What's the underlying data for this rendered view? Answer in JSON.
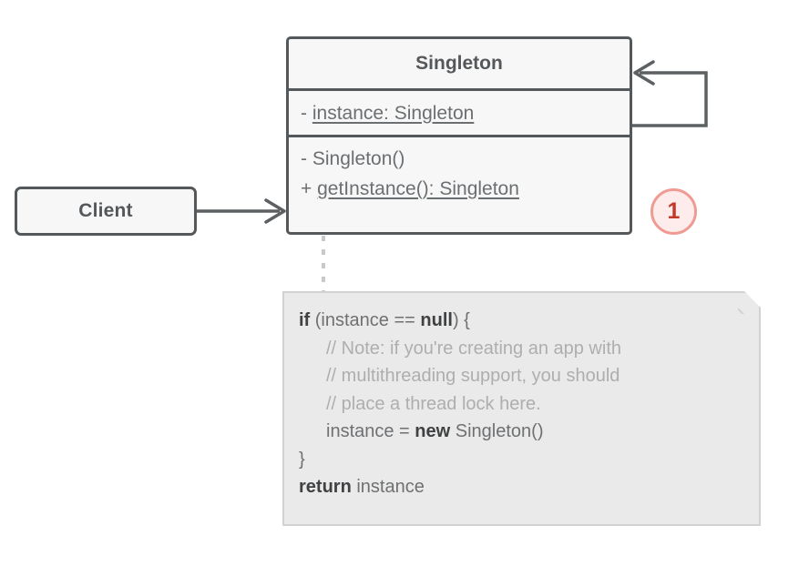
{
  "diagram": {
    "title": "Singleton pattern UML class diagram",
    "background": "#ffffff",
    "colors": {
      "stroke": "#54585a",
      "box_fill": "#f7f7f7",
      "note_fill": "#eaeaea",
      "note_border": "#d2d2d2",
      "text": "#6b6f71",
      "comment": "#aeaeae",
      "badge_fill": "#fdeceb",
      "badge_border": "#ef9a92",
      "badge_text": "#c0392b"
    }
  },
  "client": {
    "label": "Client"
  },
  "singleton_class": {
    "name": "Singleton",
    "fields": [
      {
        "visibility": "-",
        "signature": "instance: Singleton",
        "static": true
      }
    ],
    "methods": [
      {
        "visibility": "-",
        "signature": "Singleton()",
        "static": false
      },
      {
        "visibility": "+",
        "signature": "getInstance(): Singleton",
        "static": true
      }
    ]
  },
  "badge": {
    "number": "1"
  },
  "note": {
    "lines": [
      [
        {
          "text": "if",
          "style": "kw"
        },
        {
          "text": " (instance == ",
          "style": "plain"
        },
        {
          "text": "null",
          "style": "kw"
        },
        {
          "text": ") {",
          "style": "plain"
        }
      ],
      [
        {
          "text": "// Note: if you're creating an app with",
          "style": "cmt",
          "indent": true
        }
      ],
      [
        {
          "text": "// multithreading support, you should",
          "style": "cmt",
          "indent": true
        }
      ],
      [
        {
          "text": "// place a thread lock here.",
          "style": "cmt",
          "indent": true
        }
      ],
      [
        {
          "text": "instance = ",
          "style": "plain",
          "indent": true
        },
        {
          "text": "new",
          "style": "kw"
        },
        {
          "text": " Singleton()",
          "style": "plain"
        }
      ],
      [
        {
          "text": "}",
          "style": "plain"
        }
      ],
      [
        {
          "text": "return",
          "style": "kw"
        },
        {
          "text": " instance",
          "style": "plain"
        }
      ]
    ]
  },
  "relations": {
    "client_to_singleton": "dependency-arrow",
    "singleton_self": "self-association-arrow",
    "method_to_note": "dashed-note-anchor"
  }
}
